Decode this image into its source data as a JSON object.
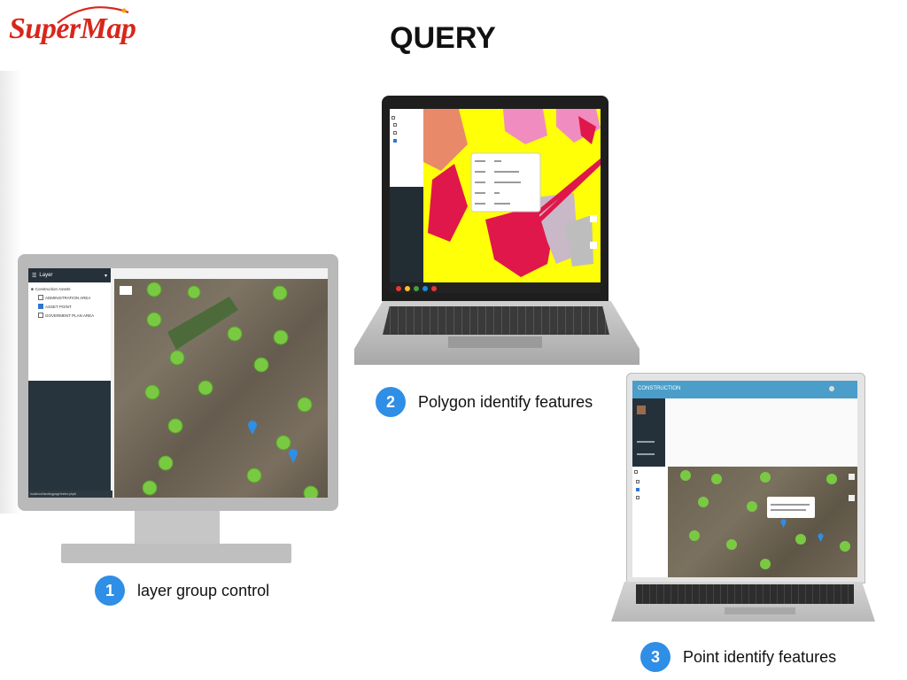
{
  "logo": {
    "text": "SuperMap",
    "color": "#d8261c"
  },
  "title": "QUERY",
  "accent_color": "#2f8ee6",
  "captions": [
    {
      "number": "1",
      "text": "layer group control"
    },
    {
      "number": "2",
      "text": "Polygon identify features"
    },
    {
      "number": "3",
      "text": "Point identify features"
    }
  ],
  "monitor": {
    "panel_title": "Layer",
    "tree_root": "Construction Assets",
    "layers": [
      {
        "label": "ADMINISTRATION AREA",
        "checked": false
      },
      {
        "label": "ASSET POINT",
        "checked": true
      },
      {
        "label": "GOVERMENT PLAN AREA",
        "checked": false
      }
    ],
    "status_url": "localhost/landingpage/index.php#"
  },
  "point_laptop": {
    "app_name": "CONSTRUCTION"
  },
  "icons": [
    "layers-icon",
    "chevron-down-icon",
    "folder-icon",
    "map-marker-icon",
    "cluster-marker-icon",
    "camera-icon"
  ]
}
